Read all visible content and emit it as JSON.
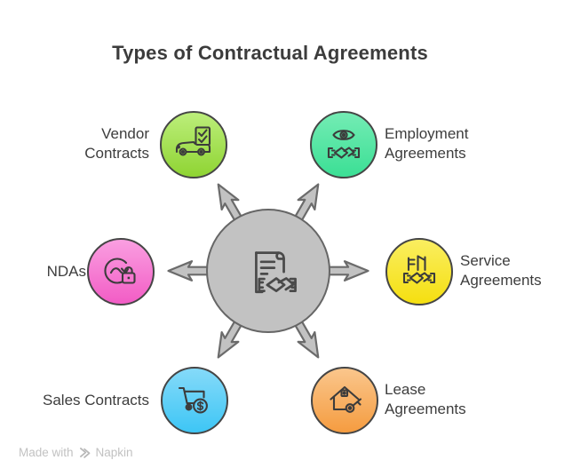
{
  "title": "Types of Contractual Agreements",
  "hub": {
    "icon": "contract-document-handshake-icon",
    "fill": "#c2c2c2",
    "stroke": "#666666",
    "arrow_fill": "#c2c2c2",
    "arrow_stroke": "#6b6b6b"
  },
  "nodes": [
    {
      "id": "vendor-contracts",
      "label": "Vendor Contracts",
      "icon": "car-checklist-icon",
      "color_top": "#bcee7b",
      "color_bottom": "#8fd433",
      "border": "#454545"
    },
    {
      "id": "employment-agreements",
      "label": "Employment Agreements",
      "icon": "eye-handshake-icon",
      "color_top": "#74ecb4",
      "color_bottom": "#3bdf95",
      "border": "#454545"
    },
    {
      "id": "ndas",
      "label": "NDAs",
      "icon": "signature-lock-icon",
      "color_top": "#fa9fe1",
      "color_bottom": "#f25cc5",
      "border": "#454545"
    },
    {
      "id": "service-agreements",
      "label": "Service Agreements",
      "icon": "building-handshake-icon",
      "color_top": "#faee60",
      "color_bottom": "#f5df10",
      "border": "#454545"
    },
    {
      "id": "sales-contracts",
      "label": "Sales Contracts",
      "icon": "cart-dollar-icon",
      "color_top": "#85daf9",
      "color_bottom": "#3ec6f5",
      "border": "#454545"
    },
    {
      "id": "lease-agreements",
      "label": "Lease Agreements",
      "icon": "house-key-icon",
      "color_top": "#fac68c",
      "color_bottom": "#f59c40",
      "border": "#454545"
    }
  ],
  "watermark": {
    "prefix": "Made with",
    "brand": "Napkin"
  },
  "text_color": "#3d3d3d"
}
